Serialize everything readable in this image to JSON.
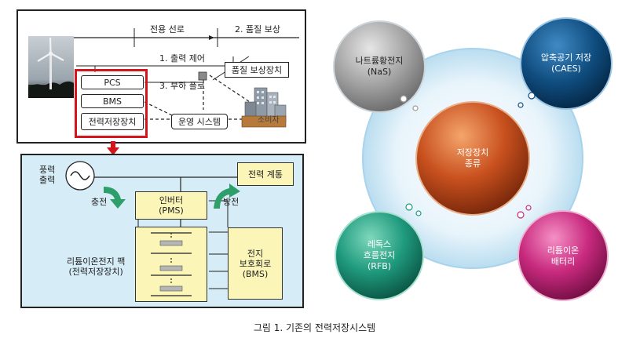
{
  "top_diagram": {
    "header_left": "전용 선로",
    "header_right": "2. 품질 보상",
    "step1": "1. 출력 제어",
    "step3": "3. 부하 플로",
    "pcs": "PCS",
    "bms": "BMS",
    "storage": "전력저장장치",
    "quality_device": "품질 보상장치",
    "operation_system": "운영 시스템",
    "consumer": "소비자"
  },
  "bottom_diagram": {
    "wind_output": "풍력\n출력",
    "charge": "충전",
    "discharge": "방전",
    "grid": "전력 계통",
    "inverter": "인버터\n(PMS)",
    "battery_pack": "리튬이온전지 팩\n(전력저장장치)",
    "protection": "전지\n보호회로\n(BMS)"
  },
  "storage_types": {
    "center": "저장장치\n종류",
    "top_left": "나트륨황전지\n(NaS)",
    "top_right": "압축공기 저장\n(CAES)",
    "bottom_left": "레독스\n흐름전지\n(RFB)",
    "bottom_right": "리튬이온\n배터리"
  },
  "caption": "그림 1. 기존의 전력저장시스템",
  "colors": {
    "highlight_red": "#d4161c",
    "box_yellow": "#fbf6b8",
    "panel_blue": "#d6ecf7",
    "arrow_green": "#2e9f6a",
    "orb_gray": "#9a9a9a",
    "orb_navy": "#0f4c7e",
    "orb_orange": "#c8501e",
    "orb_teal": "#1f9a7d",
    "orb_magenta": "#c82a7e"
  }
}
